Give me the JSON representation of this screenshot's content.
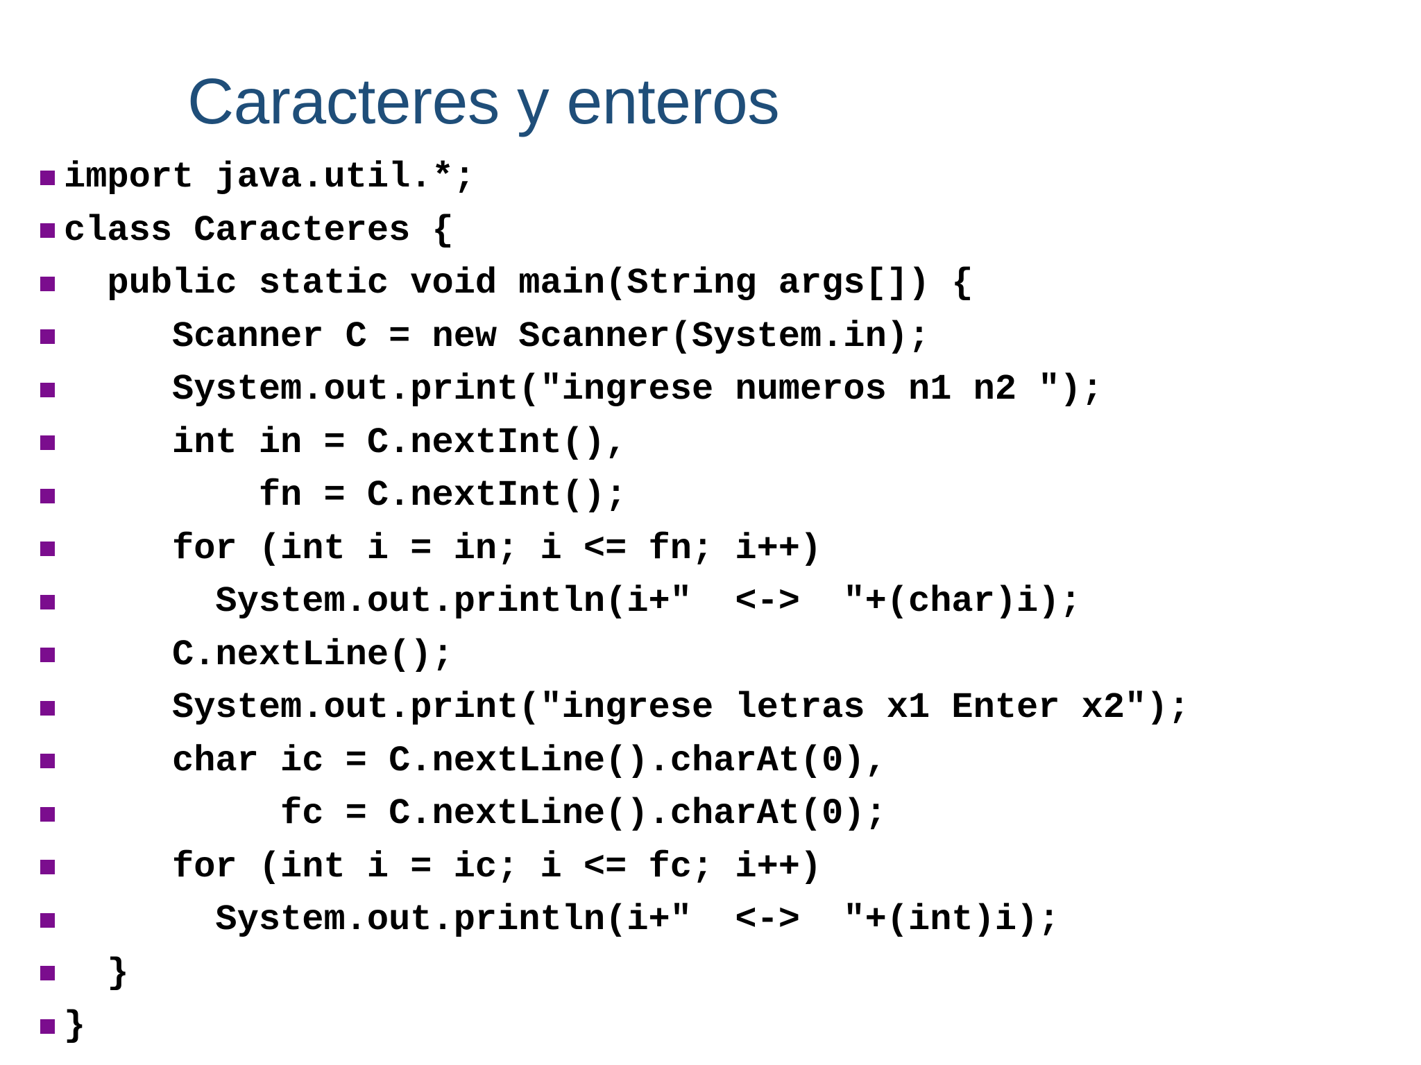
{
  "slide": {
    "title": "Caracteres y enteros",
    "title_color": "#1F4E79",
    "background_color": "#FFFFFF",
    "bullet_color": "#7B0D8E",
    "text_color": "#000000",
    "bullet_icon": "square-bullet-icon",
    "code_lines": [
      "import java.util.*;",
      "class Caracteres {",
      "  public static void main(String args[]) {",
      "     Scanner C = new Scanner(System.in);",
      "     System.out.print(\"ingrese numeros n1 n2 \");",
      "     int in = C.nextInt(),",
      "         fn = C.nextInt();",
      "     for (int i = in; i <= fn; i++)",
      "       System.out.println(i+\"  <->  \"+(char)i);",
      "     C.nextLine();",
      "     System.out.print(\"ingrese letras x1 Enter x2\");",
      "     char ic = C.nextLine().charAt(0),",
      "          fc = C.nextLine().charAt(0);",
      "     for (int i = ic; i <= fc; i++)",
      "       System.out.println(i+\"  <->  \"+(int)i);",
      "  }",
      "}"
    ]
  }
}
